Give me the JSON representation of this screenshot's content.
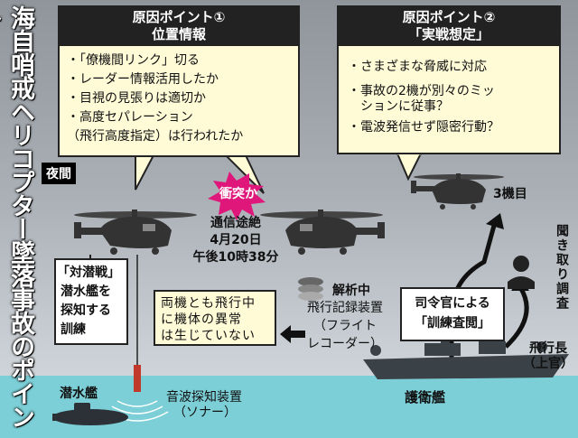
{
  "title": "海自哨戒ヘリコプター墜落事故のポイント",
  "cause1": {
    "heading_line1": "原因ポイント①",
    "heading_line2": "位置情報",
    "items": [
      "・「僚機間リンク」切る",
      "・レーダー情報活用したか",
      "・目視の見張りは適切か",
      "・高度セパレーション",
      "（飛行高度指定）は行われたか"
    ]
  },
  "cause2": {
    "heading_line1": "原因ポイント②",
    "heading_line2": "「実戦想定」",
    "items": [
      "・さまざまな脅威に対応",
      "・事故の2機が別々のミッ",
      "ションに従事？",
      "・電波発信せず隠密行動？"
    ]
  },
  "night_label": "夜間",
  "collision_label": "衝突か",
  "comm": {
    "line1": "通信途絶",
    "line2": "4月20日",
    "line3": "午後10時38分"
  },
  "anti_sub": {
    "line1": "「対潜戦」",
    "line2": "潜水艦を",
    "line3": "探知する",
    "line4": "訓練"
  },
  "status": {
    "line1": "両機とも飛行中",
    "line2": "に機体の異常",
    "line3": "は生じていない"
  },
  "analysis": {
    "title": "解析中",
    "line1": "飛行記録装置",
    "line2": "（フライト",
    "line3": "レコーダー）"
  },
  "commander": {
    "line1": "司令官による",
    "line2": "「訓練査閲」"
  },
  "third_aircraft_label": "3機目",
  "interview_label": "聞き取り調査",
  "flight_chief": {
    "line1": "飛行長",
    "line2": "（上官）"
  },
  "submarine_label": "潜水艦",
  "sonar": {
    "line1": "音波探知装置",
    "line2": "（ソナー）"
  },
  "destroyer_label": "護衛艦",
  "colors": {
    "callout_bg": "#fffbd7",
    "burst": "#e0177a",
    "sea": "#7ccfd7",
    "sonar_pole": "#c0392b"
  }
}
